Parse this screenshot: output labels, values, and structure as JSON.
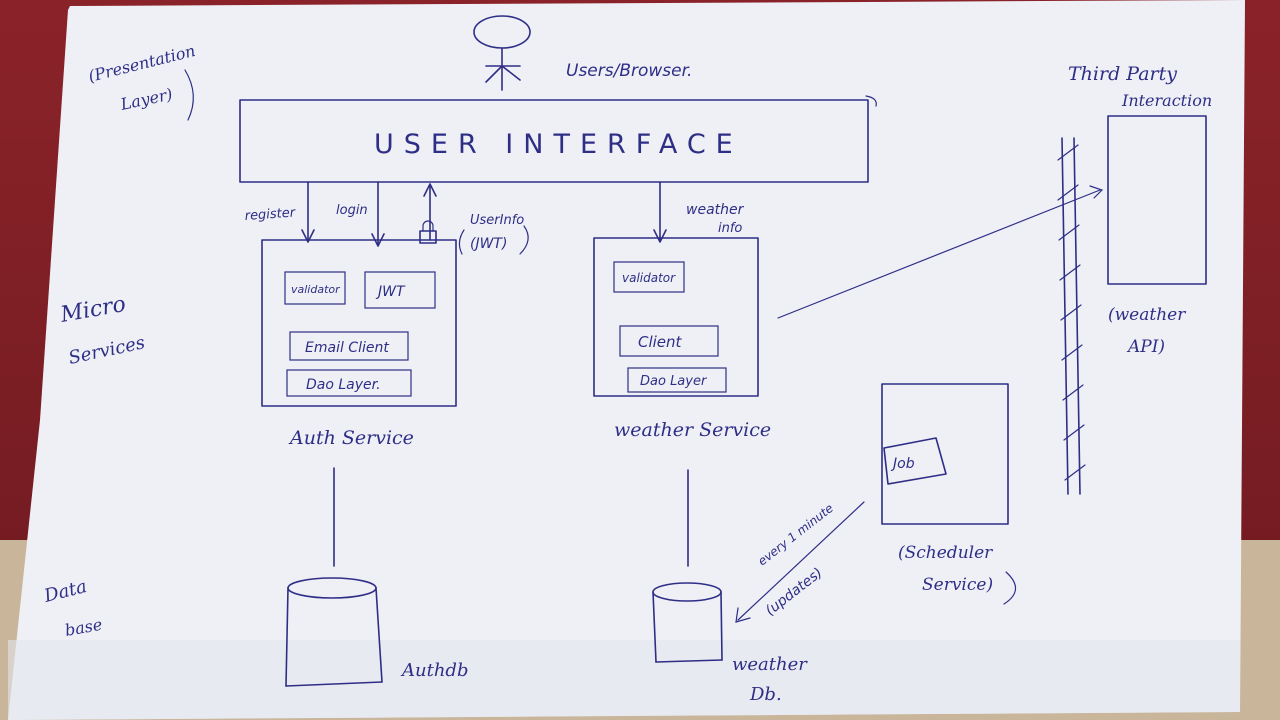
{
  "annotations": {
    "presentation_layer": [
      "(Presentation",
      "Layer)"
    ],
    "micro_services": [
      "Micro",
      "Services"
    ],
    "database": [
      "Data",
      "base"
    ]
  },
  "users_label": "Users/Browser.",
  "ui_title": "USER INTERFACE",
  "arrows": {
    "register": "register",
    "login": "login",
    "userinfo": [
      "UserInfo",
      "(JWT)"
    ],
    "weather_info": [
      "weather",
      "info"
    ]
  },
  "auth_service": {
    "label": "Auth Service",
    "components": [
      "validator",
      "JWT",
      "Email Client",
      "Dao Layer."
    ]
  },
  "weather_service": {
    "label": "weather Service",
    "components": [
      "validator",
      "Client",
      "Dao Layer"
    ]
  },
  "scheduler_service": {
    "job": "Job",
    "label": [
      "(Scheduler",
      "Service)"
    ],
    "arrow_note": [
      "every 1 minute",
      "(updates)"
    ]
  },
  "third_party": {
    "title": [
      "Third Party",
      "Interaction"
    ],
    "api_label": [
      "(weather",
      "API)"
    ]
  },
  "databases": {
    "auth_db": "Authdb",
    "weather_db": [
      "weather",
      "Db."
    ]
  }
}
